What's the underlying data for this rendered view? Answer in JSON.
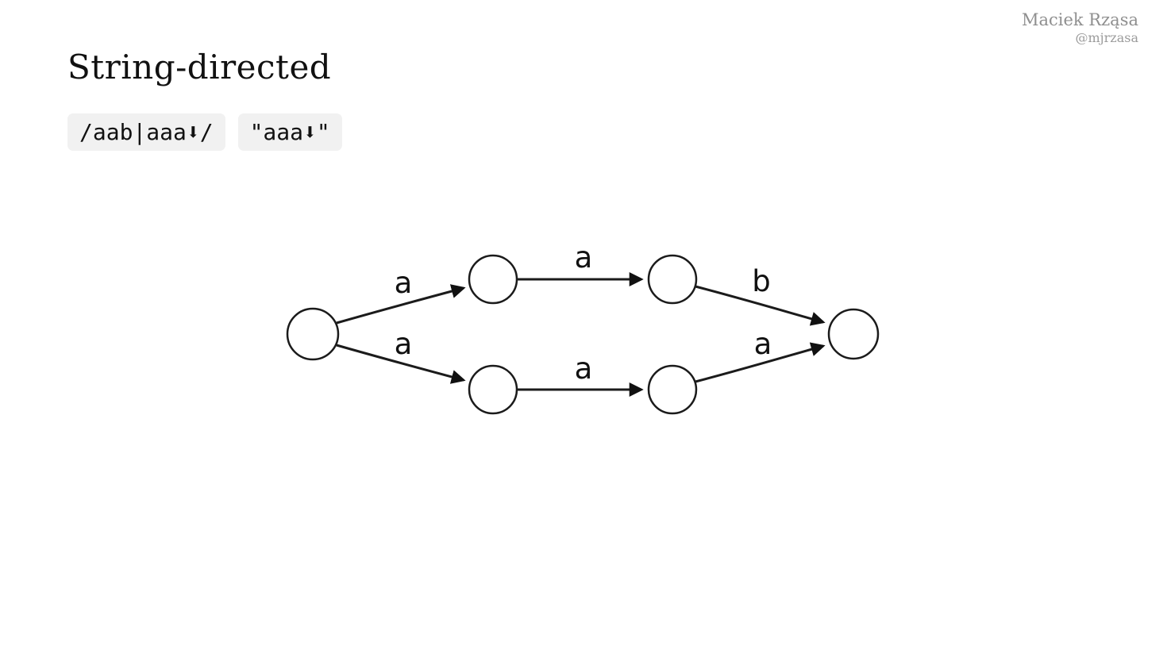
{
  "attribution": {
    "name": "Maciek Rząsa",
    "handle": "@mjrzasa"
  },
  "slide": {
    "title": "String-directed"
  },
  "badges": {
    "pattern": "/aab|aaa⬇/",
    "input": "\"aaa⬇\""
  },
  "diagram": {
    "type": "nfa-state-diagram",
    "accept_fill": "#6b8d9c",
    "edge_labels": {
      "start_top": "a",
      "top_mid": "a",
      "top_accept": "b",
      "start_bottom": "a",
      "bottom_mid": "a",
      "bottom_accept": "a"
    }
  }
}
